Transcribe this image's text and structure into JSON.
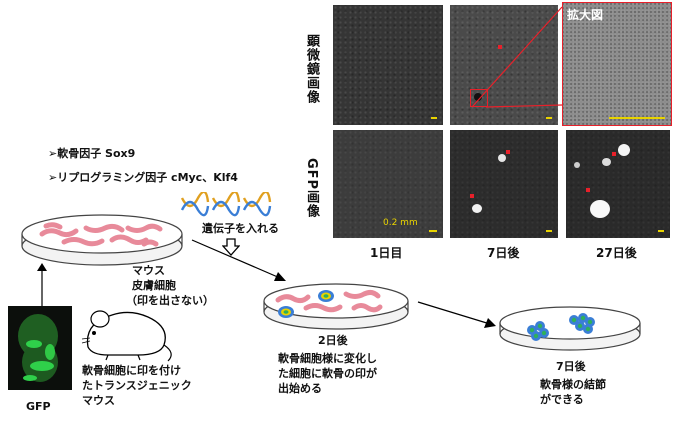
{
  "factors": {
    "cartilage_factor": "➢軟骨因子 Sox9",
    "reprogramming_factors": "➢リプログラミング因子 cMyc、Klf4"
  },
  "gene_insert_label": "遺伝子を入れる",
  "mouse_cells": {
    "line1": "マウス",
    "line2": "皮膚細胞",
    "line3": "（印を出さない）"
  },
  "transgenic": {
    "line1": "軟骨細胞に印を付け",
    "line2": "たトランスジェニック",
    "line3": "マウス"
  },
  "gfp_caption": "GFP",
  "stage2": {
    "title": "2日後",
    "line1": "軟骨細胞様に変化し",
    "line2": "た細胞に軟骨の印が",
    "line3": "出始める"
  },
  "stage3": {
    "title": "7日後",
    "line1": "軟骨様の結節",
    "line2": "ができる"
  },
  "micro": {
    "row_phase": "顕微鏡画像",
    "row_gfp": "GFP画像",
    "zoom_label": "拡大図",
    "scale_label": "0.2 mm",
    "day_labels": [
      "1日目",
      "7日後",
      "27日後"
    ]
  },
  "colors": {
    "cell_pink": "#e88a9a",
    "gfp_green": "#2fd04a",
    "marker_red": "#e8202a",
    "scalebar_yellow": "#e8d300"
  }
}
